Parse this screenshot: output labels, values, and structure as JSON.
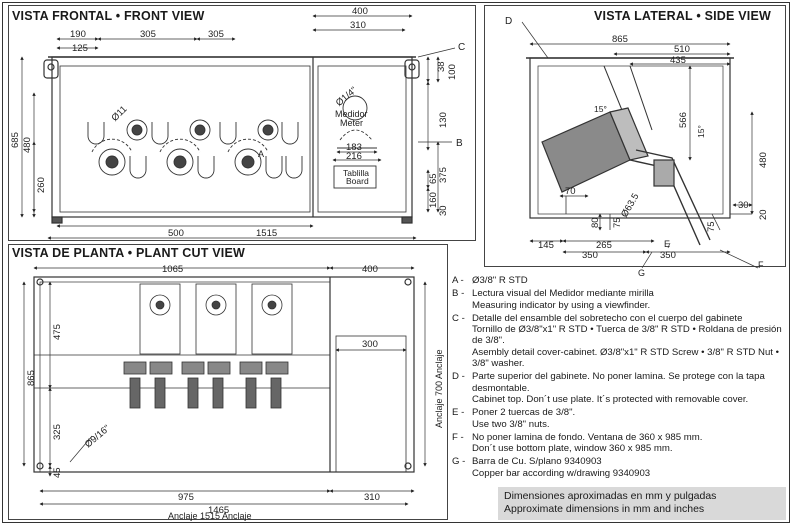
{
  "front": {
    "title": "VISTA FRONTAL • FRONT VIEW",
    "dims": {
      "w400": "400",
      "w310": "310",
      "w190": "190",
      "w305a": "305",
      "w305b": "305",
      "w125": "125",
      "h685": "685",
      "h480": "480",
      "h260": "260",
      "w500": "500",
      "w1515": "1515",
      "h38": "38",
      "h100": "100",
      "h130": "130",
      "h375": "375",
      "h65": "65",
      "h160": "160",
      "h30": "30",
      "w183": "183",
      "w216": "216",
      "d11": "Ø11",
      "d14": "Ø1/4\""
    },
    "labels": {
      "meter1": "Medidor",
      "meter2": "Meter",
      "board1": "Tablilla",
      "board2": "Board",
      "c": "C",
      "b": "B",
      "a": "A"
    }
  },
  "side": {
    "title": "VISTA LATERAL • SIDE VIEW",
    "dims": {
      "w865": "865",
      "w510": "510",
      "w435": "435",
      "h566": "566",
      "a15a": "15°",
      "a15b": "15°",
      "h480": "480",
      "h70": "70",
      "h80": "80",
      "h75a": "75",
      "d635": "Ø63.5",
      "w145": "145",
      "w265": "265",
      "w350a": "350",
      "w350b": "350",
      "h30": "30",
      "h20": "20",
      "h75b": "75"
    },
    "labels": {
      "d": "D",
      "e": "E",
      "g": "G",
      "f": "F"
    }
  },
  "plan": {
    "title": "VISTA DE PLANTA • PLANT CUT VIEW",
    "dims": {
      "w1065": "1065",
      "w400": "400",
      "h475": "475",
      "h865": "865",
      "h325": "325",
      "h45": "45",
      "w300": "300",
      "d916": "Ø9/16\"",
      "w975": "975",
      "w1465": "1465",
      "w310": "310",
      "anchor_side": "Anclaje 700 Anclaje",
      "anchor_bottom": "Anclaje 1515 Anclaje"
    }
  },
  "notes": [
    {
      "key": "A -",
      "lines": [
        "Ø3/8\" R STD"
      ]
    },
    {
      "key": "B -",
      "lines": [
        "Lectura visual del Medidor mediante mirilla",
        "Measuring indicator by using a viewfinder."
      ]
    },
    {
      "key": "C -",
      "lines": [
        "Detalle del ensamble del sobretecho con el cuerpo del gabinete",
        "Tornillo de Ø3/8\"x1\" R STD • Tuerca de 3/8\" R STD • Roldana de presión de 3/8\".",
        "Asembly detail cover-cabinet. Ø3/8\"x1\" R STD Screw • 3/8\" R STD Nut • 3/8\" washer."
      ]
    },
    {
      "key": "D -",
      "lines": [
        "Parte superior del gabinete. No poner lamina. Se protege con la tapa desmontable.",
        "Cabinet top. Don´t use plate. It´s protected with removable cover."
      ]
    },
    {
      "key": "E -",
      "lines": [
        "Poner 2 tuercas de 3/8\".",
        "Use two 3/8\" nuts."
      ]
    },
    {
      "key": "F -",
      "lines": [
        "No poner lamina de fondo. Ventana de 360 x 985 mm.",
        "Don´t use bottom plate, window 360 x 985 mm."
      ]
    },
    {
      "key": "G -",
      "lines": [
        "Barra de Cu. S/plano 9340903",
        "Copper bar according w/drawing 9340903"
      ]
    }
  ],
  "footer": {
    "line1": "Dimensiones aproximadas en mm y pulgadas",
    "line2": "Approximate dimensions in mm and inches"
  }
}
